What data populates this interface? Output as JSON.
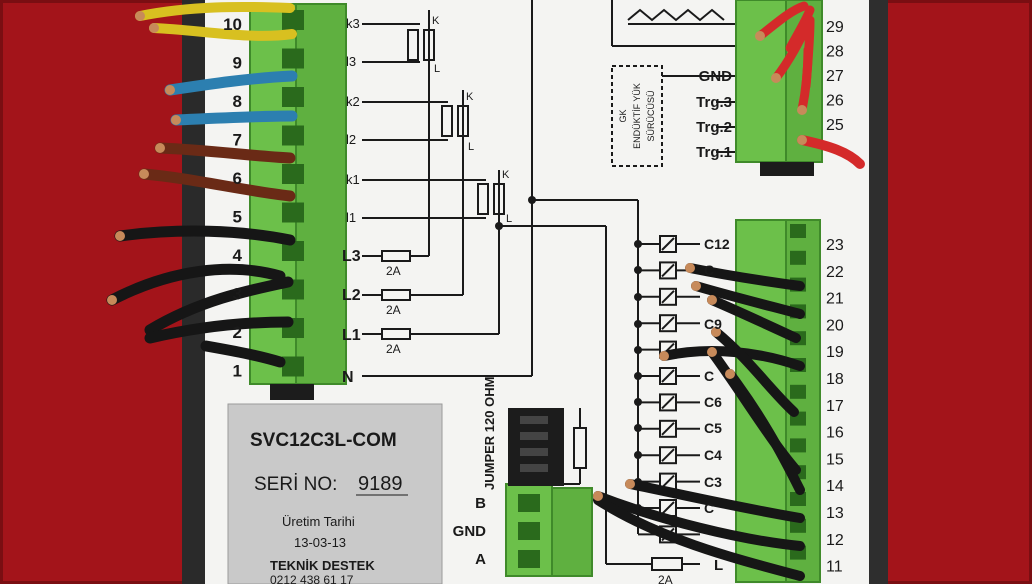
{
  "colors": {
    "background": "#a3141a",
    "panel": "#f4f4f2",
    "terminal_green": "#6cc04a",
    "label_plate": "#c9c9c9",
    "wire_black": "#161616",
    "wire_red": "#d42a2a",
    "wire_blue": "#2c7fb0",
    "wire_brown": "#6a2a16",
    "wire_yellow": "#d8c020"
  },
  "left_terminal_numbers": [
    "10",
    "9",
    "8",
    "7",
    "6",
    "5",
    "4",
    "3",
    "2",
    "1"
  ],
  "left_inputs": [
    "k3",
    "l3",
    "k2",
    "l2",
    "k1",
    "l1"
  ],
  "phase_labels": [
    "L3",
    "L2",
    "L1",
    "N"
  ],
  "fuse_labels": [
    "2A",
    "2A",
    "2A"
  ],
  "transformer_labels": [
    "K",
    "L",
    "K",
    "L",
    "K",
    "L"
  ],
  "driver_box": [
    "GK",
    "ENDÜKTİF YÜK",
    "SÜRÜCÜSÜ"
  ],
  "trigger_labels": [
    "GND",
    "Trg.3",
    "Trg.2",
    "Trg.1"
  ],
  "top_right_numbers": [
    "29",
    "28",
    "27",
    "26",
    "25"
  ],
  "contact_labels": [
    "C12",
    "C",
    "C9",
    "C",
    "C6",
    "C5",
    "C4",
    "C3",
    "C"
  ],
  "right_terminal_numbers": [
    "23",
    "22",
    "21",
    "20",
    "19",
    "18",
    "17",
    "16",
    "15",
    "14",
    "13",
    "12",
    "11"
  ],
  "bottom_fuse_label": "2A",
  "bottom_right_label": "L",
  "jumper_label": "JUMPER 120 OHM",
  "com_labels": [
    "B",
    "GND",
    "A"
  ],
  "plate": {
    "model": "SVC12C3L-COM",
    "serial_label": "SERİ NO:",
    "serial_number": "9189",
    "date_label": "Üretim Tarihi",
    "date": "13-03-13",
    "support_label": "TEKNİK DESTEK",
    "phone": "0212 438 61 17"
  }
}
